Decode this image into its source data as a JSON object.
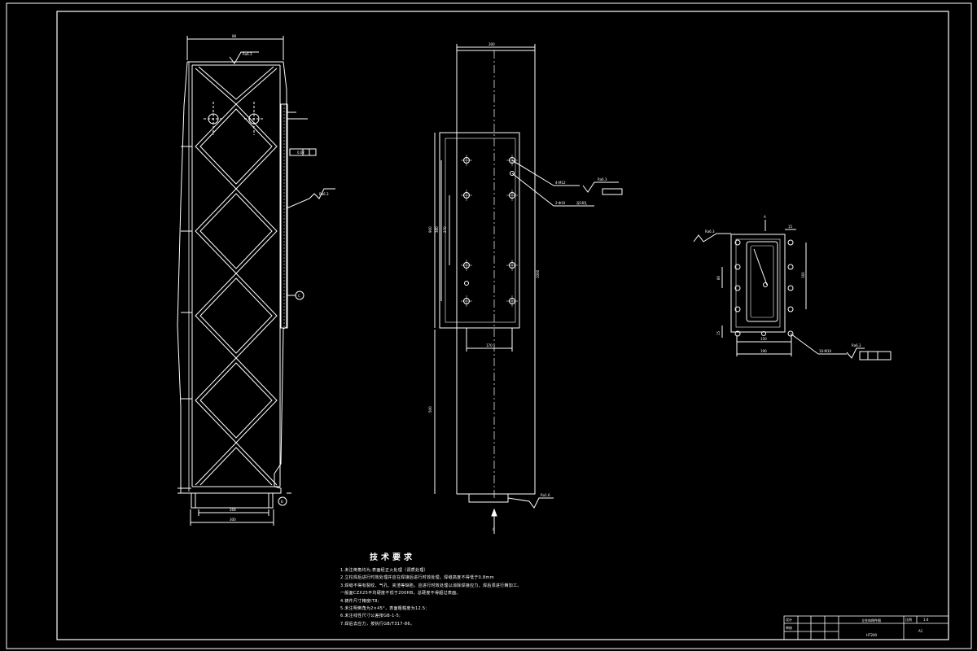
{
  "drawing": {
    "background": "#000000",
    "line_color": "#ffffff",
    "hatch_color": "#b0b0b0"
  },
  "dims_main": {
    "top_width": "88",
    "surface_rough": "Ra6.3",
    "bottom_inner": "268",
    "bottom_outer": "300",
    "section_mark_c": "C",
    "section_mark_b": "B",
    "rough_right": "Ra6.3",
    "tolerance_box": "0.02"
  },
  "dims_mid": {
    "top": "300",
    "bottom_mid": "170",
    "left_tall": "900",
    "left_inner1": "380",
    "left_inner2": "270",
    "right_len": "1000",
    "lower_left": "500",
    "hole_callout_1": "4-M12",
    "hole_callout_2": "2-Φ10",
    "hole_depth": "深18孔",
    "rough": "Ra6.3",
    "bottom_rough": "Ra1.6",
    "view_arrow": "A"
  },
  "dims_side": {
    "view_label": "A",
    "rough": "Ra6.3",
    "top_dim": "15",
    "right_dim": "160",
    "left_dim": "80",
    "bottom_inner": "150",
    "bottom_outer": "190",
    "left_small": "15",
    "callout": "10-M10",
    "rough2": "Ra6.3"
  },
  "tech_requirements": {
    "title": "技术要求",
    "lines": [
      "1.未注倒角均为,表面经正火处理（调质处理）",
      "2.立柱焊后进行时效处理并应在焊接后进行时效处理，焊缝高度不得低于0.8mm",
      "3.焊缝不得有裂纹、气孔、夹渣等缺陷，应进行时效处理以消除焊接应力，焊后须进行精加工。",
      "一般面CZX25平均硬度不低于200HB，总硬度不得超过表面。",
      "4.铸件尺寸精度IT8;",
      "5.未注明倒角为2×45°，表面粗糙度为12.5;",
      "6.未注线性尺寸公差按GB-1-5;",
      "7.焊后去应力，按执行GB/T317-86。"
    ]
  },
  "title_block": {
    "drawing_name": "立柱体焊件图",
    "material": "HT200",
    "scale_label": "比例",
    "scale_value": "1:4",
    "designer_label": "设计",
    "checker_label": "审核",
    "sheet": "A1"
  }
}
